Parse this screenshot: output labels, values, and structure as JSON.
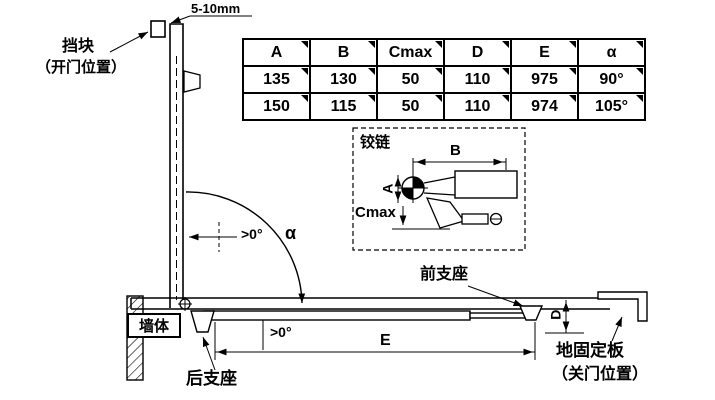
{
  "drawing": {
    "labels": {
      "gap": "5-10mm",
      "stop_block": "挡块",
      "stop_block_sub": "（开门位置）",
      "hinge": "铰链",
      "wall": "墙体",
      "front_bracket": "前支座",
      "rear_bracket": "后支座",
      "ground_plate": "地固定板",
      "ground_plate_sub": "（关门位置）",
      "angle_upper": ">0°",
      "angle_lower": ">0°",
      "alpha": "α",
      "dim_a": "A",
      "dim_b": "B",
      "dim_cmax": "Cmax",
      "dim_d": "D",
      "dim_e": "E"
    }
  },
  "table": {
    "headers": [
      "A",
      "B",
      "Cmax",
      "D",
      "E",
      "α"
    ],
    "rows": [
      [
        "135",
        "130",
        "50",
        "110",
        "975",
        "90°"
      ],
      [
        "150",
        "115",
        "50",
        "110",
        "974",
        "105°"
      ]
    ]
  }
}
